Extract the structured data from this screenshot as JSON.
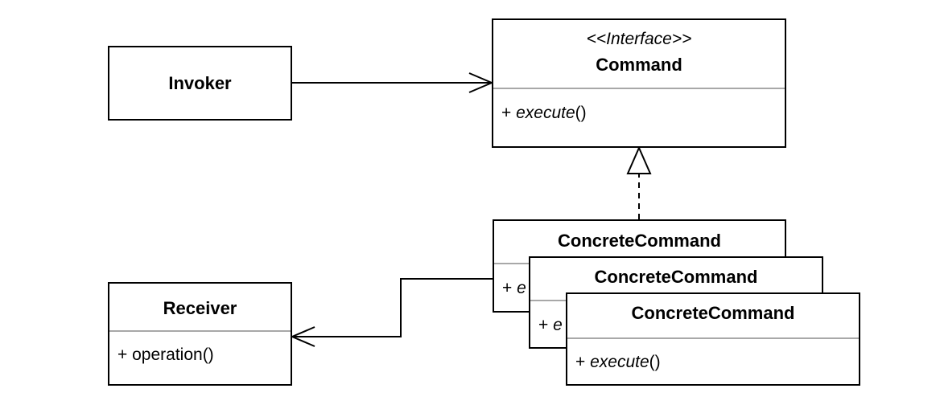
{
  "invoker": {
    "title": "Invoker"
  },
  "command": {
    "stereotype": "<<Interface>>",
    "title": "Command",
    "method": {
      "visibility": "+",
      "name": "execute",
      "params": "()"
    }
  },
  "concrete_commands": [
    {
      "title": "ConcreteCommand",
      "method": {
        "visibility": "+",
        "name": "e",
        "params": ""
      }
    },
    {
      "title": "ConcreteCommand",
      "method": {
        "visibility": "+",
        "name": "e",
        "params": ""
      }
    },
    {
      "title": "ConcreteCommand",
      "method": {
        "visibility": "+",
        "name": "execute",
        "params": "()"
      }
    }
  ],
  "receiver": {
    "title": "Receiver",
    "method": {
      "visibility": "+",
      "name": "operation",
      "params": "()"
    }
  },
  "colors": {
    "line": "#000000",
    "divider": "#a8a8a8",
    "background": "#ffffff"
  }
}
